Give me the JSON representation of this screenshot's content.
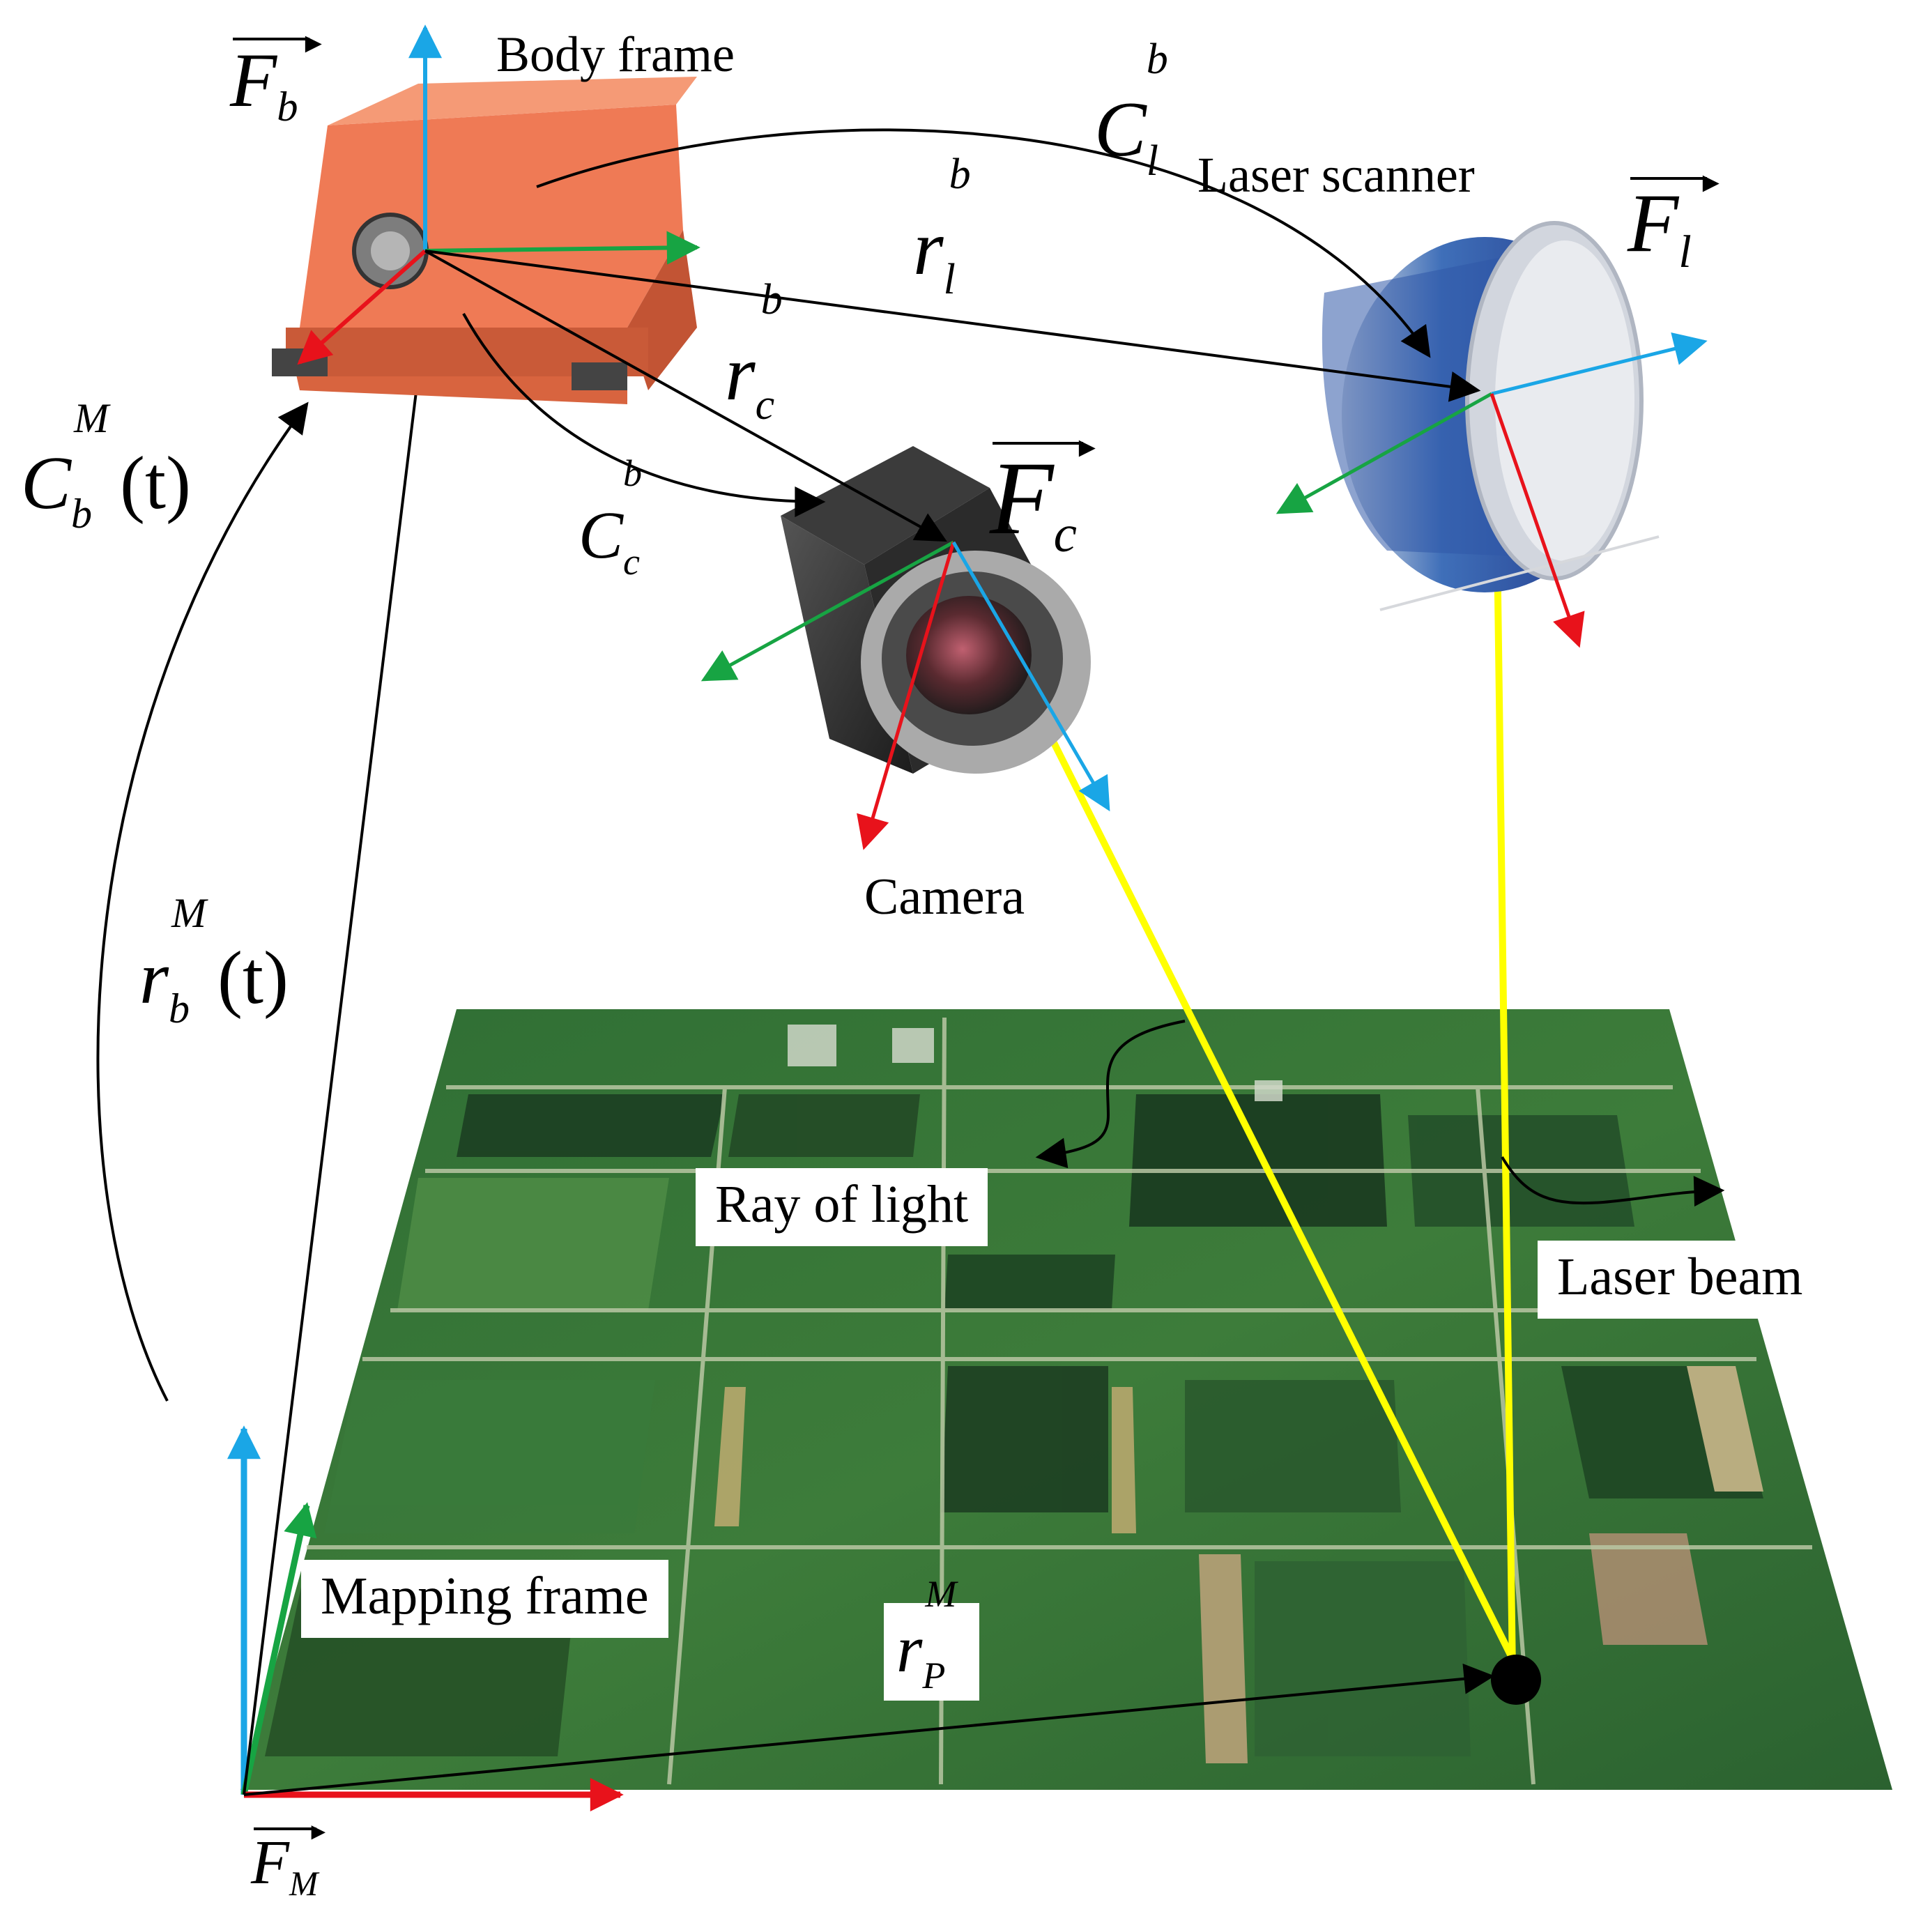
{
  "labels": {
    "body_frame": "Body frame",
    "laser_scanner": "Laser scanner",
    "camera": "Camera",
    "ray_of_light": "Ray of light",
    "laser_beam": "Laser beam",
    "mapping_frame": "Mapping frame"
  },
  "symbols": {
    "F_b": {
      "base": "F",
      "sub": "b"
    },
    "F_l": {
      "base": "F",
      "sub": "l"
    },
    "F_c": {
      "base": "F",
      "sub": "c"
    },
    "F_M": {
      "base": "F",
      "sub": "M"
    },
    "C_l_b": {
      "base": "C",
      "sub": "l",
      "sup": "b"
    },
    "r_l_b": {
      "base": "r",
      "sub": "l",
      "sup": "b"
    },
    "r_c_b": {
      "base": "r",
      "sub": "c",
      "sup": "b"
    },
    "C_c_b": {
      "base": "C",
      "sub": "c",
      "sup": "b"
    },
    "C_b_M_t": {
      "base": "C",
      "sub": "b",
      "sup": "M",
      "arg": "(t)"
    },
    "r_b_M_t": {
      "base": "r",
      "sub": "b",
      "sup": "M",
      "arg": "(t)"
    },
    "r_P_M": {
      "base": "r",
      "sub": "P",
      "sup": "M"
    }
  },
  "colors": {
    "x_axis": "#e8121b",
    "y_axis": "#17a443",
    "z_axis": "#1aa6e6",
    "ray": "#ffff00",
    "imu_body": "#ef7a55",
    "ground": "#2e6b2e"
  }
}
